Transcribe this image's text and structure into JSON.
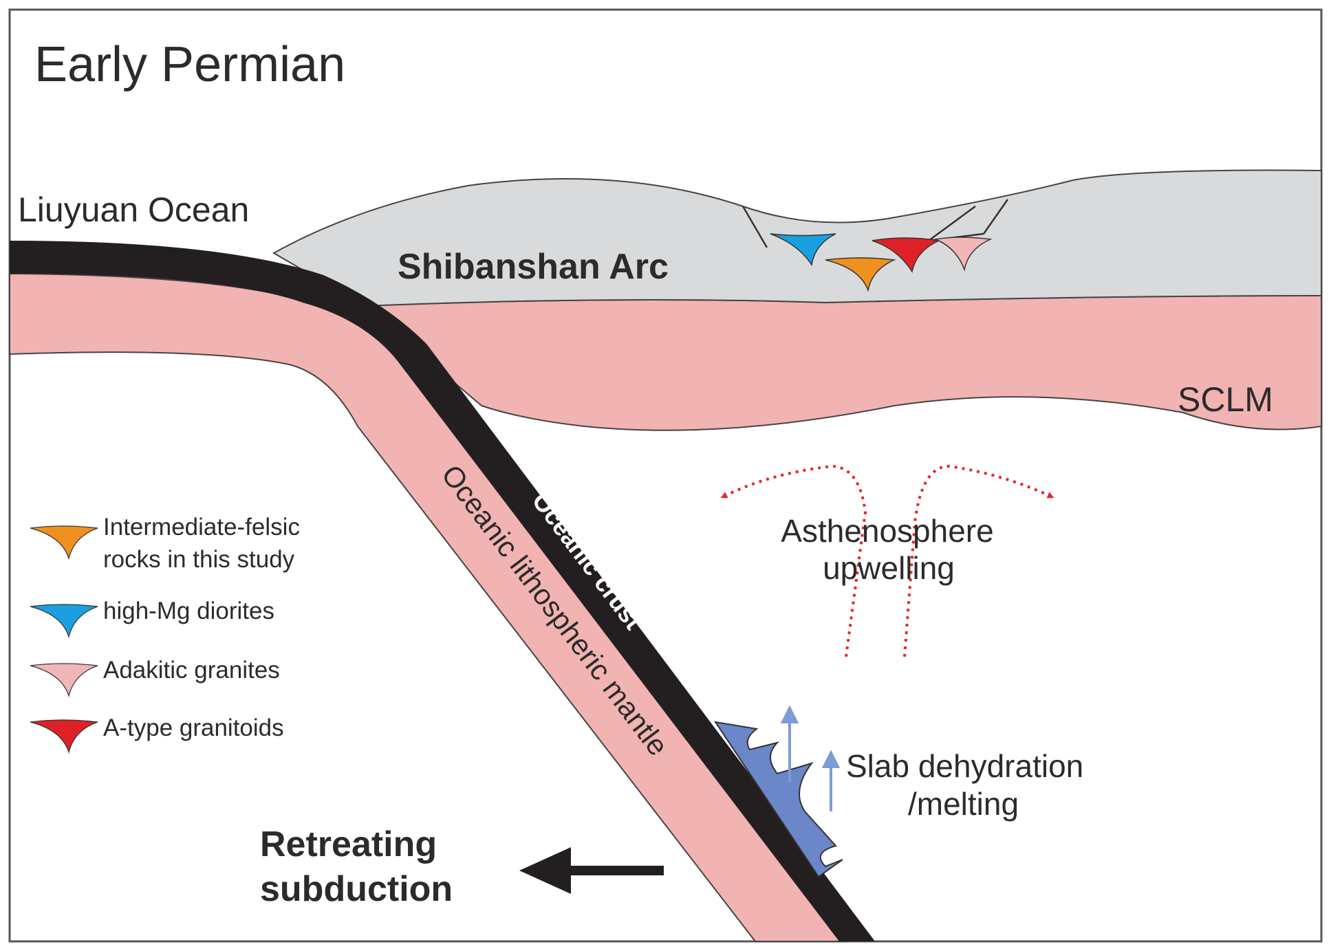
{
  "title": "Early Permian",
  "labels": {
    "ocean": "Liuyuan Ocean",
    "arc": "Shibanshan Arc",
    "sclm": "SCLM",
    "asthenosphere_line1": "Asthenosphere",
    "asthenosphere_line2": "upwelling",
    "crust": "Oceanic crust",
    "mantle": "Oceanic lithospheric mantle",
    "dehydration_line1": "Slab dehydration",
    "dehydration_line2": "/melting",
    "retreat_line1": "Retreating",
    "retreat_line2": "subduction"
  },
  "legend": {
    "items": [
      {
        "line1": "Intermediate-felsic",
        "line2": "rocks in this study",
        "color": "#f0901e"
      },
      {
        "line1": "high-Mg diorites",
        "line2": "",
        "color": "#1a9fe0"
      },
      {
        "line1": "Adakitic granites",
        "line2": "",
        "color": "#f2b6b6"
      },
      {
        "line1": "A-type granitoids",
        "line2": "",
        "color": "#e02027"
      }
    ]
  },
  "colors": {
    "arc_fill": "#d9dadb",
    "mantle_fill": "#f2b3b3",
    "crust_fill": "#231f20",
    "melt_fill": "#6b86c9",
    "upwelling_arrow": "#e8262b",
    "fluid_arrow": "#7d9bd6",
    "intrusion_orange": "#f0901e",
    "intrusion_blue": "#1a9fe0",
    "intrusion_red": "#e02027",
    "intrusion_pink": "#f2b6b6"
  }
}
